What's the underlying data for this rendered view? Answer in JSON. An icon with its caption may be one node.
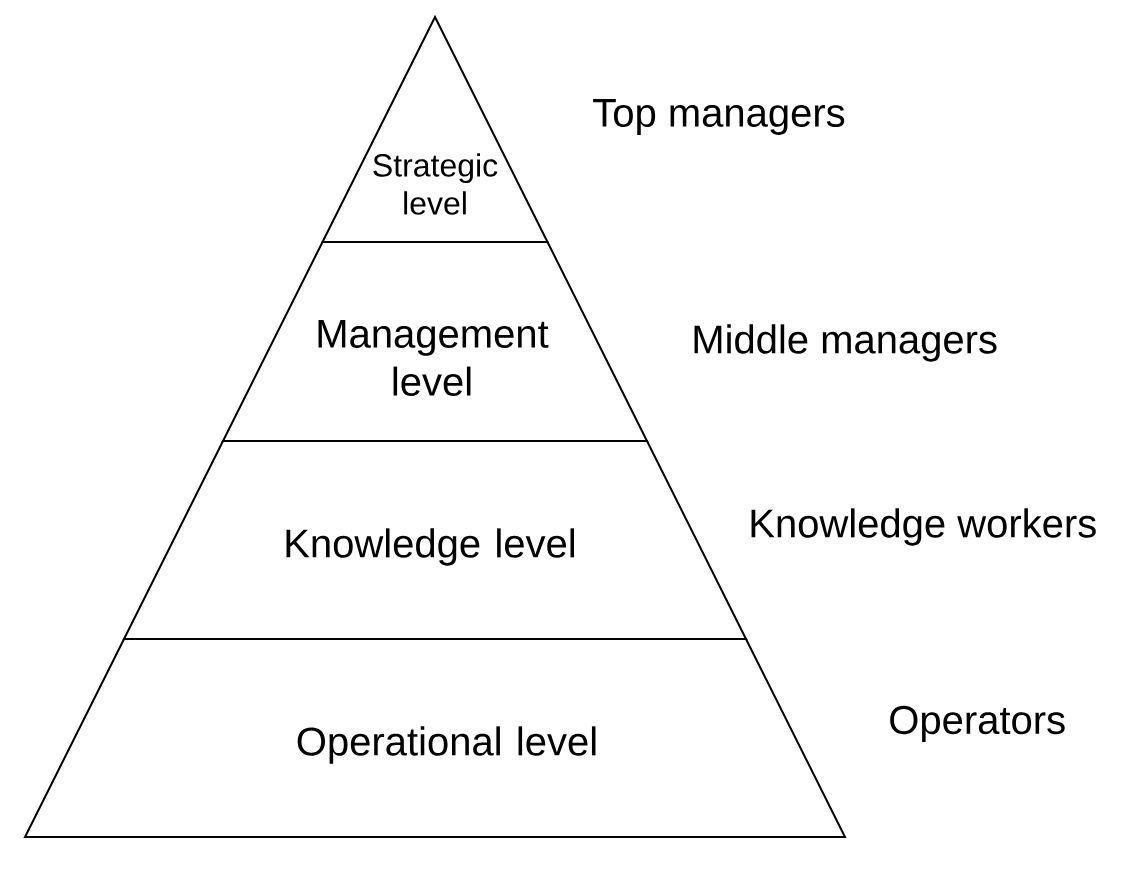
{
  "diagram": {
    "nodes": [
      {
        "text": [
          "Strategic level"
        ],
        "beside": [
          "Top managers"
        ]
      },
      {
        "text": [
          "Management level"
        ],
        "beside": [
          "Middle managers"
        ]
      },
      {
        "text": [
          "Knowledge level"
        ],
        "beside": [
          "Knowledge workers"
        ]
      },
      {
        "text": [
          "Operational level"
        ],
        "beside": [
          "Operators"
        ]
      }
    ]
  }
}
